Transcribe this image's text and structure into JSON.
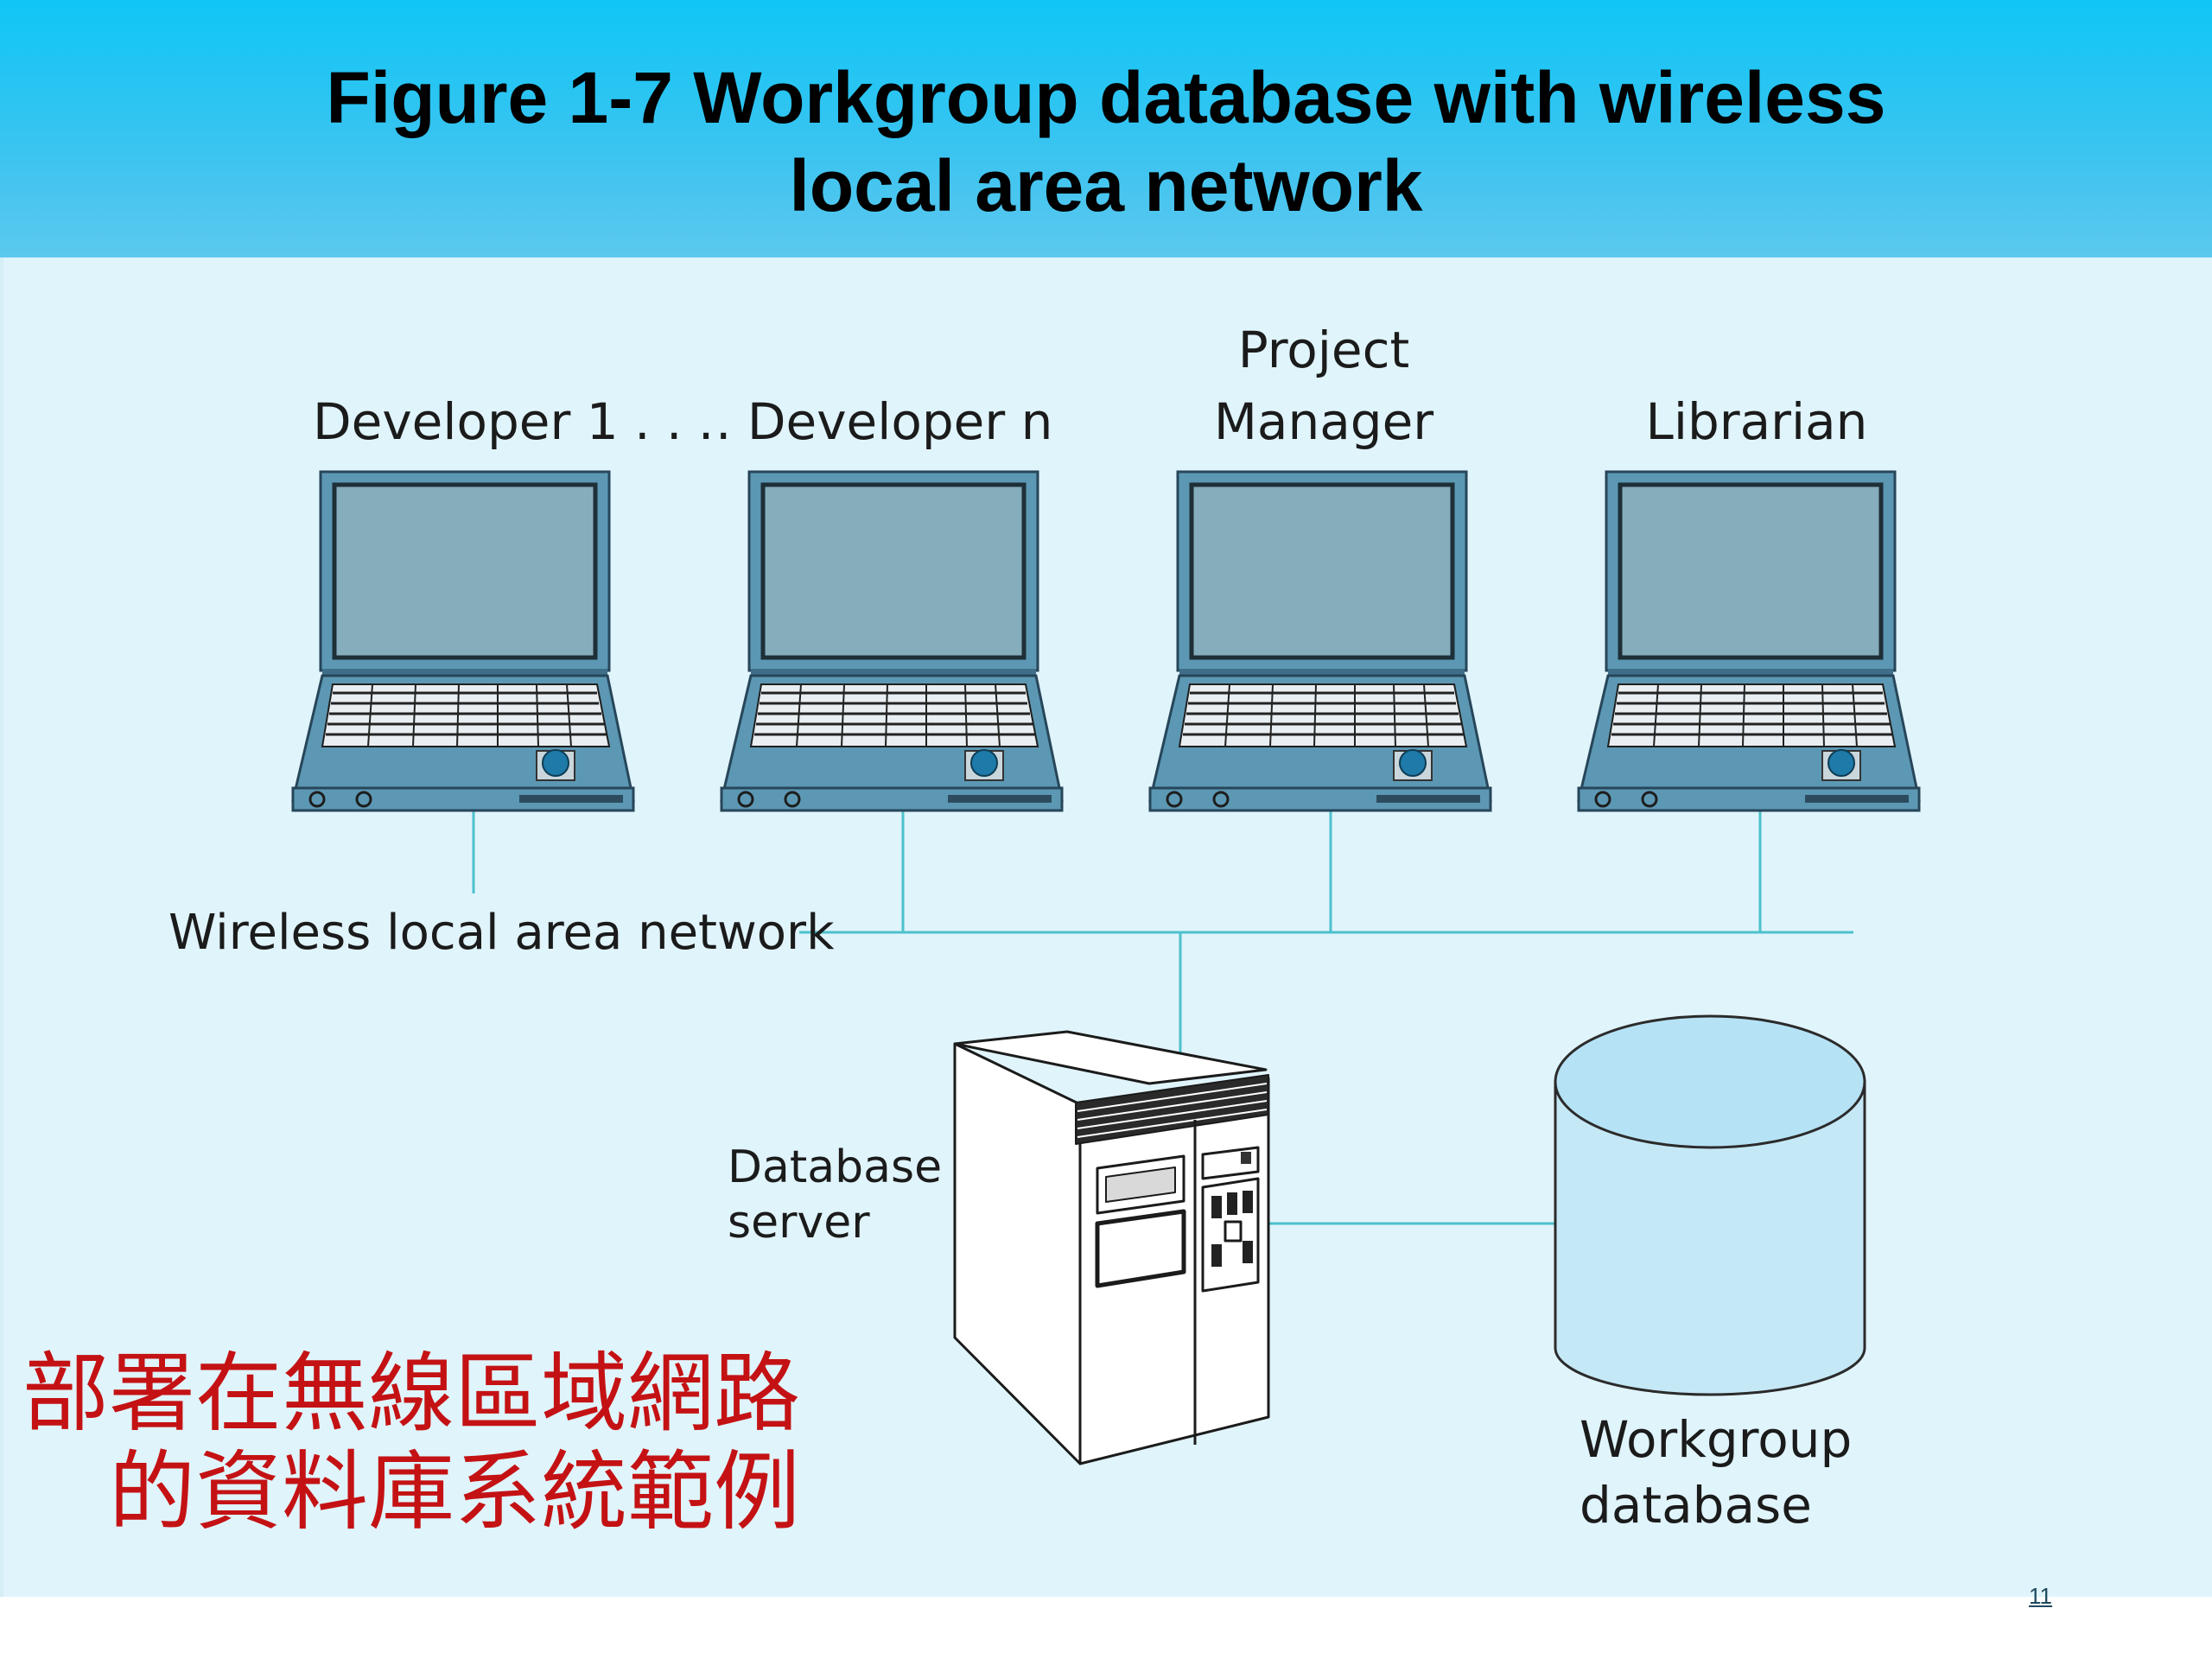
{
  "slide": {
    "title": "Figure 1-7 Workgroup database with wireless\nlocal area network",
    "caption_line1": "部署在無線區域網路",
    "caption_line2": "的資料庫系統範例",
    "page_number": "11"
  },
  "diagram": {
    "workstations": [
      {
        "label": "Developer 1 .  .  ."
      },
      {
        "label": ". Developer n"
      },
      {
        "label_line1": "Project",
        "label_line2": "Manager"
      },
      {
        "label": "Librarian"
      }
    ],
    "network_label": "Wireless local area network",
    "server_label_line1": "Database",
    "server_label_line2": "server",
    "database_label_line1": "Workgroup",
    "database_label_line2": "database"
  },
  "colors": {
    "header": "#0fc6f6",
    "panel": "#e0f4fb",
    "laptop_body": "#5c98b4",
    "laptop_screen": "#85adbc",
    "network_line": "#4cc1cc",
    "database_fill": "#c5e8f6",
    "caption": "#c41214"
  }
}
